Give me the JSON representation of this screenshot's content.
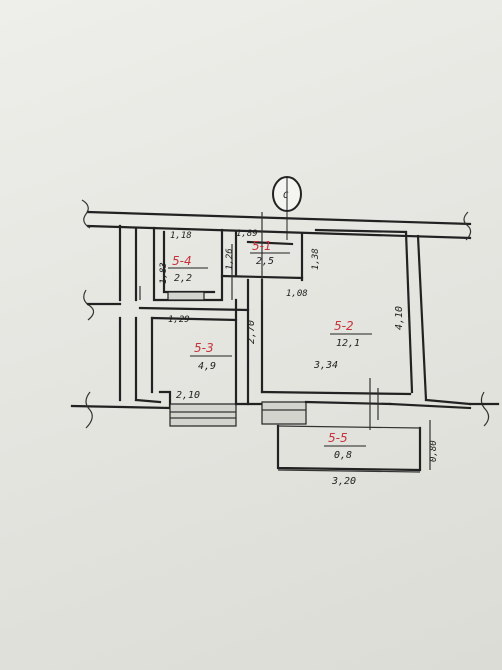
{
  "compass": {
    "label": "С"
  },
  "rooms": [
    {
      "code": "5-1",
      "area": "2,5"
    },
    {
      "code": "5-2",
      "area": "12,1"
    },
    {
      "code": "5-3",
      "area": "4,9"
    },
    {
      "code": "5-4",
      "area": "2,2"
    },
    {
      "code": "5-5",
      "area": "0,8"
    }
  ],
  "dimensions": {
    "d_118": "1,18",
    "d_189": "1,89",
    "d_126": "1,26",
    "d_138": "1,38",
    "d_183": "1,83",
    "d_108": "1,08",
    "d_410": "4,10",
    "d_129": "1,29",
    "d_270": "2,70",
    "d_210": "2,10",
    "d_334": "3,34",
    "d_080": "0,80",
    "d_320": "3,20"
  }
}
